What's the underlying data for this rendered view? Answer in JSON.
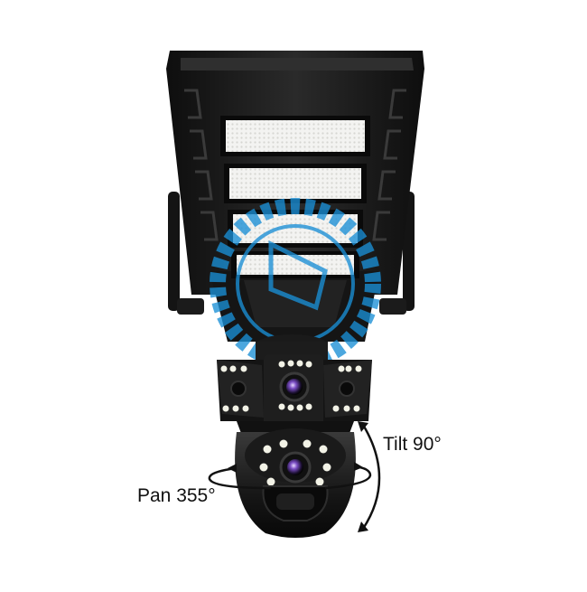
{
  "product": {
    "name": "solar street light with dual-lens PTZ camera"
  },
  "annotations": {
    "tilt": "Tilt 90°",
    "pan": "Pan 355°"
  },
  "colors": {
    "housing": "#1f1f1f",
    "housing_dark": "#0d0d0d",
    "led_panel": "#f4f4f2",
    "watermark": "#1a8fd6",
    "lens_ring": "#2b2b2b",
    "lens_glass": "#7a4dc4",
    "ir_led": "#f2f2e6"
  },
  "icons": [
    "watermark-gear-icon",
    "tilt-arrow-icon",
    "pan-arrow-icon"
  ]
}
